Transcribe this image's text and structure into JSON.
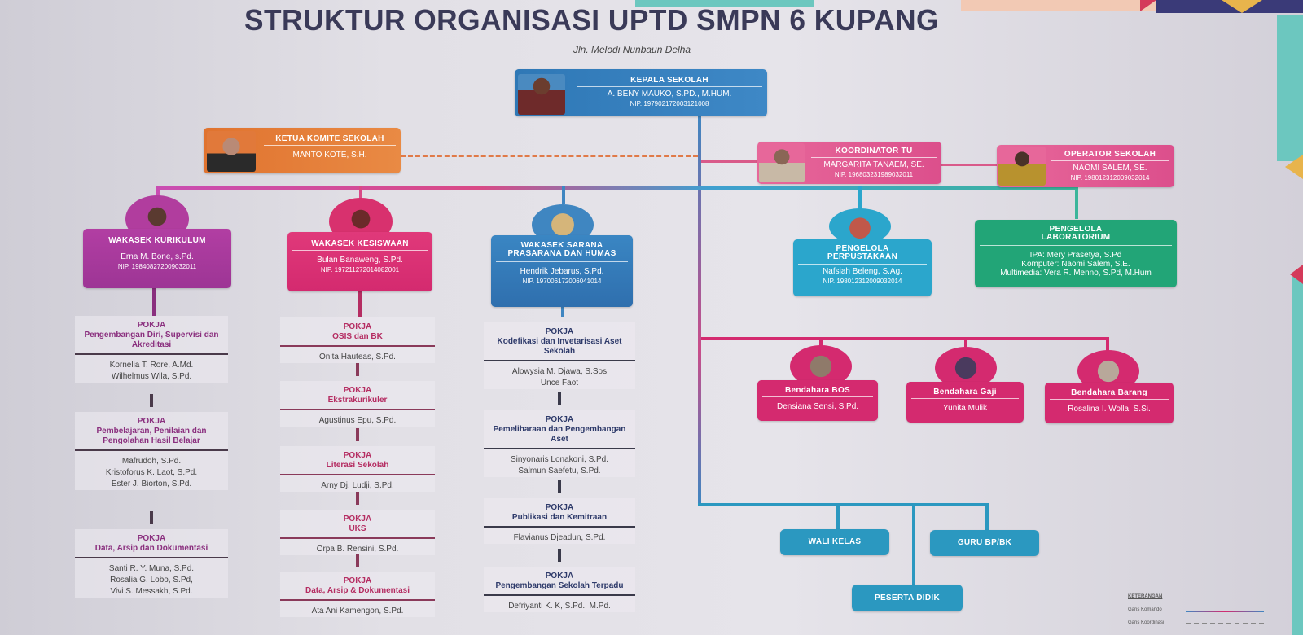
{
  "header": {
    "title": "STRUKTUR ORGANISASI UPTD SMPN 6 KUPANG",
    "address": "Jln. Melodi Nunbaun Delha"
  },
  "colors": {
    "blue": "#3f86c1",
    "orange": "#e57d3a",
    "pink": "#e0508a",
    "magenta": "#b13d9e",
    "crimson": "#d42a6f",
    "cyan": "#2ba6cc",
    "green": "#22a577",
    "purple_text": "#8a2f7e",
    "crimson_text": "#b52d62",
    "navy_text": "#2e3a6a"
  },
  "kepala": {
    "role": "KEPALA SEKOLAH",
    "name": "A. BENY MAUKO, S.PD., M.HUM.",
    "nip": "NIP. 197902172003121008"
  },
  "komite": {
    "role": "KETUA KOMITE SEKOLAH",
    "name": "MANTO KOTE, S.H."
  },
  "koordinator_tu": {
    "role": "KOORDINATOR TU",
    "name": "MARGARITA TANAEM, SE.",
    "nip": "NIP. 196803231989032011"
  },
  "operator": {
    "role": "OPERATOR SEKOLAH",
    "name": "NAOMI SALEM, SE.",
    "nip": "NIP. 198012312009032014"
  },
  "wakasek": [
    {
      "role": "WAKASEK KURIKULUM",
      "name": "Erna M. Bone, s.Pd.",
      "nip": "NIP. 198408272009032011"
    },
    {
      "role": "WAKASEK KESISWAAN",
      "name": "Bulan Banaweng, S.Pd.",
      "nip": "NIP. 197211272014082001"
    },
    {
      "role": "WAKASEK SARANA PRASARANA DAN HUMAS",
      "name": "Hendrik Jebarus, S.Pd.",
      "nip": "NIP. 197006172006041014"
    }
  ],
  "perpustakaan": {
    "role": "PENGELOLA PERPUSTAKAAN",
    "name": "Nafsiah Beleng, S.Ag.",
    "nip": "NIP. 198012312009032014"
  },
  "laboratorium": {
    "role": "PENGELOLA LABORATORIUM",
    "lines": [
      "IPA: Mery Prasetya, S.Pd",
      "Komputer: Naomi Salem, S.E.",
      "Multimedia: Vera R. Menno, S.Pd, M.Hum"
    ]
  },
  "bendahara": [
    {
      "role": "Bendahara BOS",
      "name": "Densiana Sensi, S.Pd."
    },
    {
      "role": "Bendahara Gaji",
      "name": "Yunita Mulik"
    },
    {
      "role": "Bendahara Barang",
      "name": "Rosalina I. Wolla, S.Si."
    }
  ],
  "pokja_kurikulum": [
    {
      "head": "POKJA",
      "title": "Pengembangan Diri, Supervisi dan Akreditasi",
      "members": [
        "Kornelia T. Rore, A.Md.",
        "Wilhelmus Wila, S.Pd."
      ]
    },
    {
      "head": "POKJA",
      "title": "Pembelajaran, Penilaian dan Pengolahan Hasil Belajar",
      "members": [
        "Mafrudoh, S.Pd.",
        "Kristoforus K. Laot, S.Pd.",
        "Ester J. Biorton, S.Pd."
      ]
    },
    {
      "head": "POKJA",
      "title": "Data, Arsip dan Dokumentasi",
      "members": [
        "Santi R. Y. Muna, S.Pd.",
        "Rosalia G. Lobo, S.Pd,",
        "Vivi S. Messakh, S.Pd."
      ]
    }
  ],
  "pokja_kesiswaan": [
    {
      "head": "POKJA",
      "title": "OSIS dan BK",
      "members": [
        "Onita Hauteas, S.Pd."
      ]
    },
    {
      "head": "POKJA",
      "title": "Ekstrakurikuler",
      "members": [
        "Agustinus Epu, S.Pd."
      ]
    },
    {
      "head": "POKJA",
      "title": "Literasi Sekolah",
      "members": [
        "Arny Dj. Ludji, S.Pd."
      ]
    },
    {
      "head": "POKJA",
      "title": "UKS",
      "members": [
        "Orpa B. Rensini, S.Pd."
      ]
    },
    {
      "head": "POKJA",
      "title": "Data, Arsip & Dokumentasi",
      "members": [
        "Ata Ani Kamengon, S.Pd."
      ]
    }
  ],
  "pokja_sarpras": [
    {
      "head": "POKJA",
      "title": "Kodefikasi dan Invetarisasi Aset Sekolah",
      "members": [
        "Alowysia M. Djawa, S.Sos",
        "Unce Faot"
      ]
    },
    {
      "head": "POKJA",
      "title": "Pemeliharaan dan Pengembangan Aset",
      "members": [
        "Sinyonaris Lonakoni, S.Pd.",
        "Salmun Saefetu, S.Pd."
      ]
    },
    {
      "head": "POKJA",
      "title": "Publikasi dan Kemitraan",
      "members": [
        "Flavianus Djeadun, S.Pd."
      ]
    },
    {
      "head": "POKJA",
      "title": "Pengembangan Sekolah Terpadu",
      "members": [
        "Defriyanti K. K, S.Pd., M.Pd."
      ]
    }
  ],
  "bottom": {
    "wali_kelas": "WALI KELAS",
    "guru_bk": "GURU BP/BK",
    "peserta_didik": "PESERTA DIDIK"
  },
  "legend": {
    "title": "KETERANGAN",
    "command": "Garis Komando",
    "coordination": "Garis Koordinasi"
  }
}
